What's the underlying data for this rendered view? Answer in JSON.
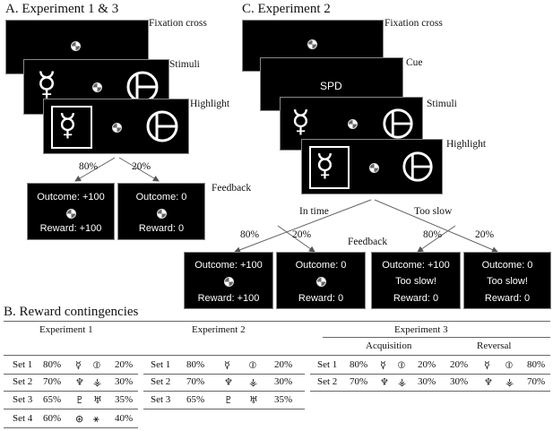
{
  "panelA": {
    "title": "A. Experiment 1 & 3",
    "labels": {
      "fixation": "Fixation cross",
      "stimuli": "Stimuli",
      "highlight": "Highlight",
      "feedback": "Feedback"
    },
    "branch_left": "80%",
    "branch_right": "20%",
    "feedback_left": {
      "outcome": "Outcome: +100",
      "reward": "Reward: +100"
    },
    "feedback_right": {
      "outcome": "Outcome: 0",
      "reward": "Reward: 0"
    }
  },
  "panelC": {
    "title": "C. Experiment 2",
    "labels": {
      "fixation": "Fixation cross",
      "cue": "Cue",
      "stimuli": "Stimuli",
      "highlight": "Highlight",
      "feedback": "Feedback"
    },
    "cue_text": "SPD",
    "branch_in_time": "In time",
    "branch_too_slow": "Too slow",
    "pct": {
      "a": "80%",
      "b": "20%",
      "c": "80%",
      "d": "20%"
    },
    "fb1": {
      "outcome": "Outcome: +100",
      "reward": "Reward: +100"
    },
    "fb2": {
      "outcome": "Outcome: 0",
      "reward": "Reward: 0"
    },
    "fb3": {
      "outcome": "Outcome: +100",
      "slow": "Too slow!",
      "reward": "Reward: 0"
    },
    "fb4": {
      "outcome": "Outcome: 0",
      "slow": "Too slow!",
      "reward": "Reward: 0"
    }
  },
  "panelB": {
    "title": "B. Reward contingencies",
    "exp1": {
      "title": "Experiment 1",
      "rows": [
        {
          "set": "Set 1",
          "p1": "80%",
          "s1": "☿",
          "s2": "⦶",
          "p2": "20%"
        },
        {
          "set": "Set 2",
          "p1": "70%",
          "s1": "♆",
          "s2": "⚶",
          "p2": "30%"
        },
        {
          "set": "Set 3",
          "p1": "65%",
          "s1": "♇",
          "s2": "♅",
          "p2": "35%"
        },
        {
          "set": "Set 4",
          "p1": "60%",
          "s1": "⊛",
          "s2": "⚹",
          "p2": "40%"
        }
      ]
    },
    "exp2": {
      "title": "Experiment 2",
      "rows": [
        {
          "set": "Set 1",
          "p1": "80%",
          "s1": "☿",
          "s2": "⦶",
          "p2": "20%"
        },
        {
          "set": "Set 2",
          "p1": "70%",
          "s1": "♆",
          "s2": "⚶",
          "p2": "30%"
        },
        {
          "set": "Set 3",
          "p1": "65%",
          "s1": "♇",
          "s2": "♅",
          "p2": "35%"
        }
      ]
    },
    "exp3": {
      "title": "Experiment 3",
      "acquisition": "Acquisition",
      "reversal": "Reversal",
      "rows": [
        {
          "set": "Set 1",
          "p1": "80%",
          "s1": "☿",
          "s2": "⦶",
          "p2": "20%",
          "r1": "20%",
          "rs1": "☿",
          "rs2": "⦶",
          "r2": "80%"
        },
        {
          "set": "Set 2",
          "p1": "70%",
          "s1": "♆",
          "s2": "⚶",
          "p2": "30%",
          "r1": "30%",
          "rs1": "♆",
          "rs2": "⚶",
          "r2": "70%"
        }
      ]
    }
  }
}
